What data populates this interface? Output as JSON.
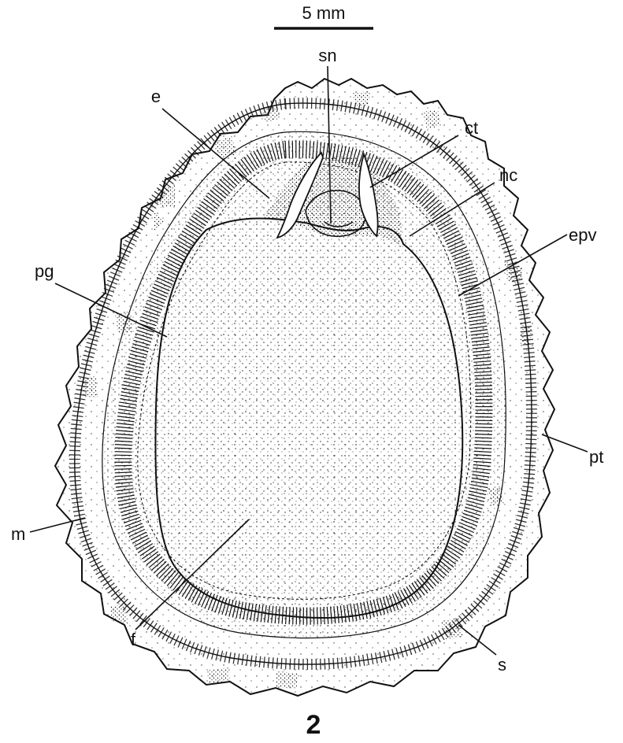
{
  "scale_bar": {
    "label": "5 mm"
  },
  "figure_number": "2",
  "labels": {
    "sn": "sn",
    "e": "e",
    "ct": "ct",
    "nc": "nc",
    "epv": "epv",
    "pg": "pg",
    "pt": "pt",
    "m": "m",
    "f": "f",
    "s": "s"
  },
  "colors": {
    "ink": "#111111",
    "paper": "#ffffff"
  }
}
